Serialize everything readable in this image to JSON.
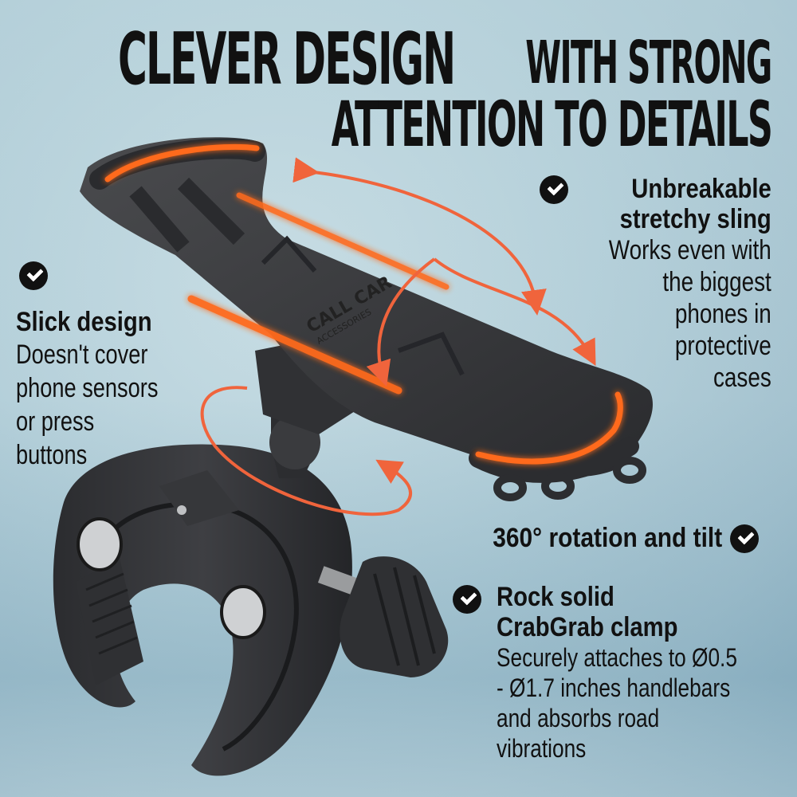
{
  "headline": {
    "line1_big": "CLEVER DESIGN",
    "line1_small": "WITH STRONG",
    "line2": "ATTENTION TO DETAILS"
  },
  "product": {
    "brand_emboss": "CALL CAR",
    "brand_emboss_sub": "ACCESSORIES",
    "icons": [
      "phone-sling",
      "ball-joint",
      "crab-clamp",
      "thumb-screw",
      "rotation-arrows"
    ]
  },
  "features": [
    {
      "title_lines": [
        "Unbreakable",
        "stretchy sling"
      ],
      "desc_lines": [
        "Works even with",
        "the biggest",
        "phones in",
        "protective",
        "cases"
      ],
      "icon": "check-circle-icon"
    },
    {
      "title_lines": [
        "Slick design"
      ],
      "desc_lines": [
        "Doesn't cover",
        "phone sensors",
        "or press",
        "buttons"
      ],
      "icon": "check-circle-icon"
    },
    {
      "title_lines": [
        "360° rotation and tilt"
      ],
      "desc_lines": [],
      "icon": "check-circle-icon"
    },
    {
      "title_lines": [
        "Rock solid",
        "CrabGrab clamp"
      ],
      "desc_lines": [
        "Securely attaches to Ø0.5",
        "- Ø1.7 inches handlebars",
        "and absorbs road",
        "vibrations"
      ],
      "icon": "check-circle-icon"
    }
  ],
  "colors": {
    "background_top": "#bcd5de",
    "background_bottom": "#93b5c6",
    "text": "#111111",
    "accent_orange": "#f0643c",
    "glow_orange": "#ff6a1a",
    "rubber": "#3a3b3e"
  }
}
